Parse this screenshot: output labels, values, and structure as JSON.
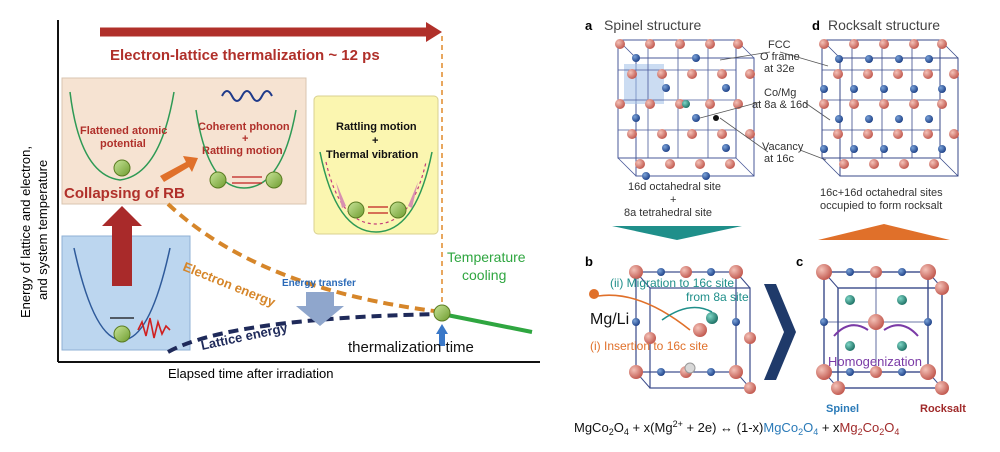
{
  "left": {
    "y_axis_line1": "Energy of lattice and electron,",
    "y_axis_line2": "and system temperature",
    "x_axis": "Elapsed time after irradiation",
    "thermalization_label": "Electron-lattice thermalization ~ 12 ps",
    "flattened_line1": "Flattened atomic",
    "flattened_line2": "potential",
    "coherent_line1": "Coherent phonon",
    "coherent_plus": "+",
    "coherent_line2": "Rattling motion",
    "collapsing": "Collapsing of RB",
    "rattling_line1": "Rattling motion",
    "rattling_plus": "+",
    "rattling_line2": "Thermal vibration",
    "electron_energy": "Electron energy",
    "lattice_energy": "Lattice energy",
    "energy_transfer": "Energy transfer",
    "temp_line1": "Temperature",
    "temp_line2": "cooling",
    "thermalization_time": "thermalization time",
    "colors": {
      "red": "#b0302a",
      "orange": "#d6862a",
      "navy": "#1f2a5a",
      "green": "#2fa640"
    }
  },
  "right": {
    "panel_a": "a",
    "spinel_title": "Spinel structure",
    "panel_d": "d",
    "rocksalt_title": "Rocksalt structure",
    "fcc_line1": "FCC",
    "fcc_line2": "O frame",
    "fcc_line3": "at 32e",
    "como_line1": "Co/Mg",
    "como_line2": "at 8a & 16d",
    "vac_line1": "Vacancy",
    "vac_line2": "at 16c",
    "spinel_cap1": "16d octahedral site",
    "spinel_cap2": "+",
    "spinel_cap3": "8a tetrahedral site",
    "rock_cap1": "16c+16d octahedral sites",
    "rock_cap2": "occupied to form rocksalt",
    "panel_b": "b",
    "panel_c": "c",
    "migration_line1": "(ii) Migration to 16c site",
    "migration_line2": "from 8a site",
    "mgli": "Mg/Li",
    "insertion": "(i) Insertion to 16c site",
    "homogenization": "Homogenization",
    "spinel_tag": "Spinel",
    "rocksalt_tag": "Rocksalt",
    "equation": "MgCo₂O₄ + x(Mg²⁺ + 2e) ↔ (1-x)MgCo₂O₄ + xMg₂Co₂O₄",
    "eq_part1": "MgCo",
    "eq_sub1": "2",
    "eq_part2": "O",
    "eq_sub2": "4",
    "eq_part3": " + x(Mg",
    "eq_sup": "2+",
    "eq_part4": " + 2e) ↔ (1-x)",
    "eq_spinel_a": "MgCo",
    "eq_spinel_sub1": "2",
    "eq_spinel_b": "O",
    "eq_spinel_sub2": "4",
    "eq_part5": " + x",
    "eq_rock_a": "Mg",
    "eq_rock_sub1": "2",
    "eq_rock_b": "Co",
    "eq_rock_sub2": "2",
    "eq_rock_c": "O",
    "eq_rock_sub3": "4",
    "colors": {
      "teal": "#1f8f8a",
      "orange_arrow": "#e0702a",
      "blue": "#2a7ab8",
      "dark_red": "#a02a2a"
    }
  }
}
